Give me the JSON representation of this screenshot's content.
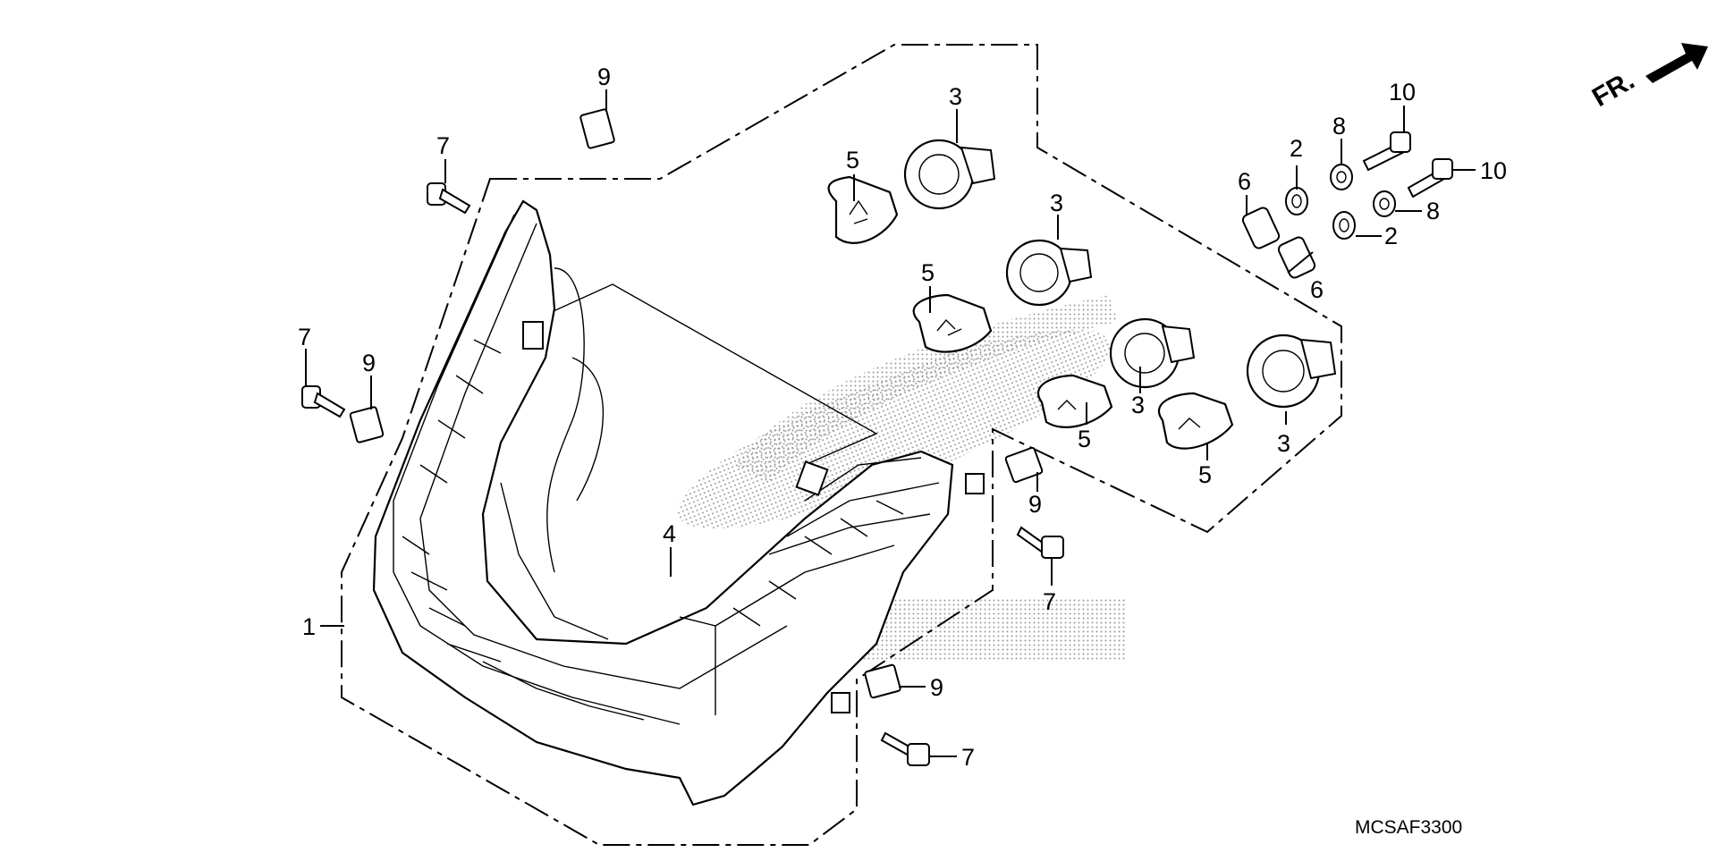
{
  "diagram": {
    "code": "MCSAF3300",
    "direction_label": "FR.",
    "callouts": [
      {
        "id": "c1",
        "text": "1"
      },
      {
        "id": "c2a",
        "text": "2"
      },
      {
        "id": "c2b",
        "text": "2"
      },
      {
        "id": "c3a",
        "text": "3"
      },
      {
        "id": "c3b",
        "text": "3"
      },
      {
        "id": "c3c",
        "text": "3"
      },
      {
        "id": "c3d",
        "text": "3"
      },
      {
        "id": "c4",
        "text": "4"
      },
      {
        "id": "c5a",
        "text": "5"
      },
      {
        "id": "c5b",
        "text": "5"
      },
      {
        "id": "c5c",
        "text": "5"
      },
      {
        "id": "c5d",
        "text": "5"
      },
      {
        "id": "c6a",
        "text": "6"
      },
      {
        "id": "c6b",
        "text": "6"
      },
      {
        "id": "c7a",
        "text": "7"
      },
      {
        "id": "c7b",
        "text": "7"
      },
      {
        "id": "c7c",
        "text": "7"
      },
      {
        "id": "c7d",
        "text": "7"
      },
      {
        "id": "c8a",
        "text": "8"
      },
      {
        "id": "c8b",
        "text": "8"
      },
      {
        "id": "c9a",
        "text": "9"
      },
      {
        "id": "c9b",
        "text": "9"
      },
      {
        "id": "c9c",
        "text": "9"
      },
      {
        "id": "c9d",
        "text": "9"
      },
      {
        "id": "c10a",
        "text": "10"
      },
      {
        "id": "c10b",
        "text": "10"
      }
    ]
  }
}
